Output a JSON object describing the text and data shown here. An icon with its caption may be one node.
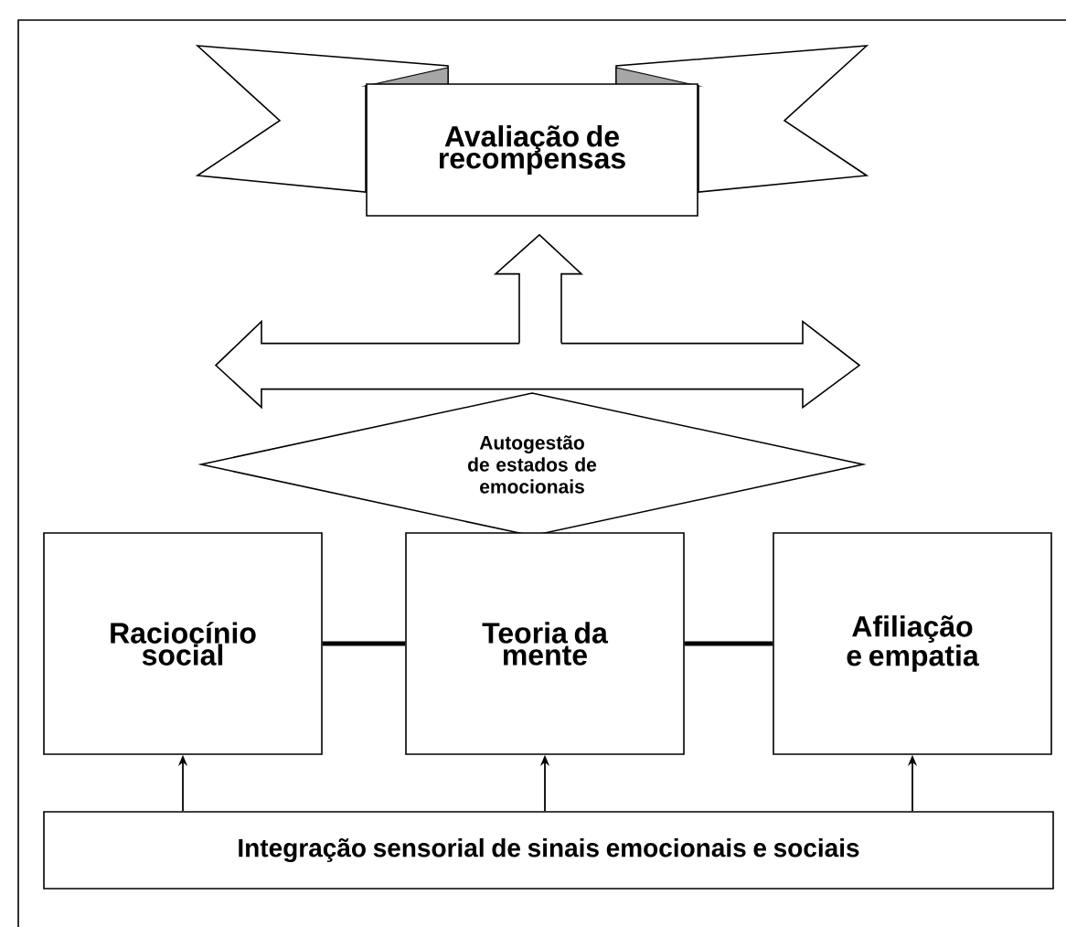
{
  "diagram": {
    "nodes": [
      {
        "text": [
          "Avaliação de recompensas"
        ]
      },
      {
        "text": [
          "Autogestão de estados de emocionais"
        ]
      },
      {
        "text": [
          "Raciocínio social"
        ]
      },
      {
        "text": [
          "Teoria da mente"
        ]
      },
      {
        "text": [
          "Afiliação e empatia"
        ]
      },
      {
        "text": [
          "Integração sensorial de sinais emocionais e sociais"
        ]
      }
    ],
    "edges": [
      {
        "from": 1,
        "to": 0,
        "arrow": "to"
      },
      {
        "from": 1,
        "to": null,
        "arrow": "to"
      },
      {
        "from": 1,
        "to": null,
        "arrow": "to"
      },
      {
        "from": 2,
        "to": 3,
        "arrow": "none",
        "style": "thick"
      },
      {
        "from": 3,
        "to": 4,
        "arrow": "none",
        "style": "thick"
      },
      {
        "from": 5,
        "to": 2,
        "arrow": "to"
      },
      {
        "from": 5,
        "to": 3,
        "arrow": "to"
      },
      {
        "from": 5,
        "to": 4,
        "arrow": "to"
      }
    ]
  }
}
